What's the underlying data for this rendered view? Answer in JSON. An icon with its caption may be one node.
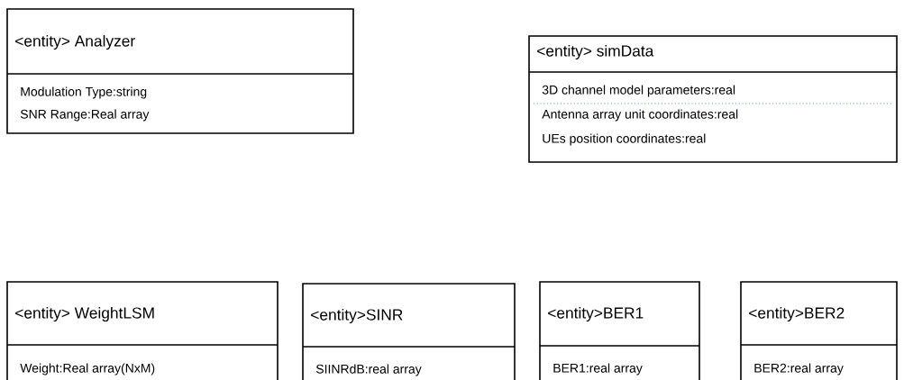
{
  "diagram": {
    "nodes": [
      {
        "text": [
          "<entity> Analyzer",
          "Modulation Type:string",
          "SNR Range:Real array"
        ]
      },
      {
        "text": [
          "<entity> simData",
          "3D channel model parameters:real",
          "Antenna array unit coordinates:real",
          "UEs position coordinates:real"
        ]
      },
      {
        "text": [
          "<entity> WeightLSM",
          "Weight:Real array(NxM)"
        ]
      },
      {
        "text": [
          "<entity>SINR",
          "SIINRdB:real array"
        ]
      },
      {
        "text": [
          "<entity>BER1",
          "BER1:real array"
        ]
      },
      {
        "text": [
          "<entity>BER2",
          "BER2:real array"
        ]
      }
    ]
  }
}
